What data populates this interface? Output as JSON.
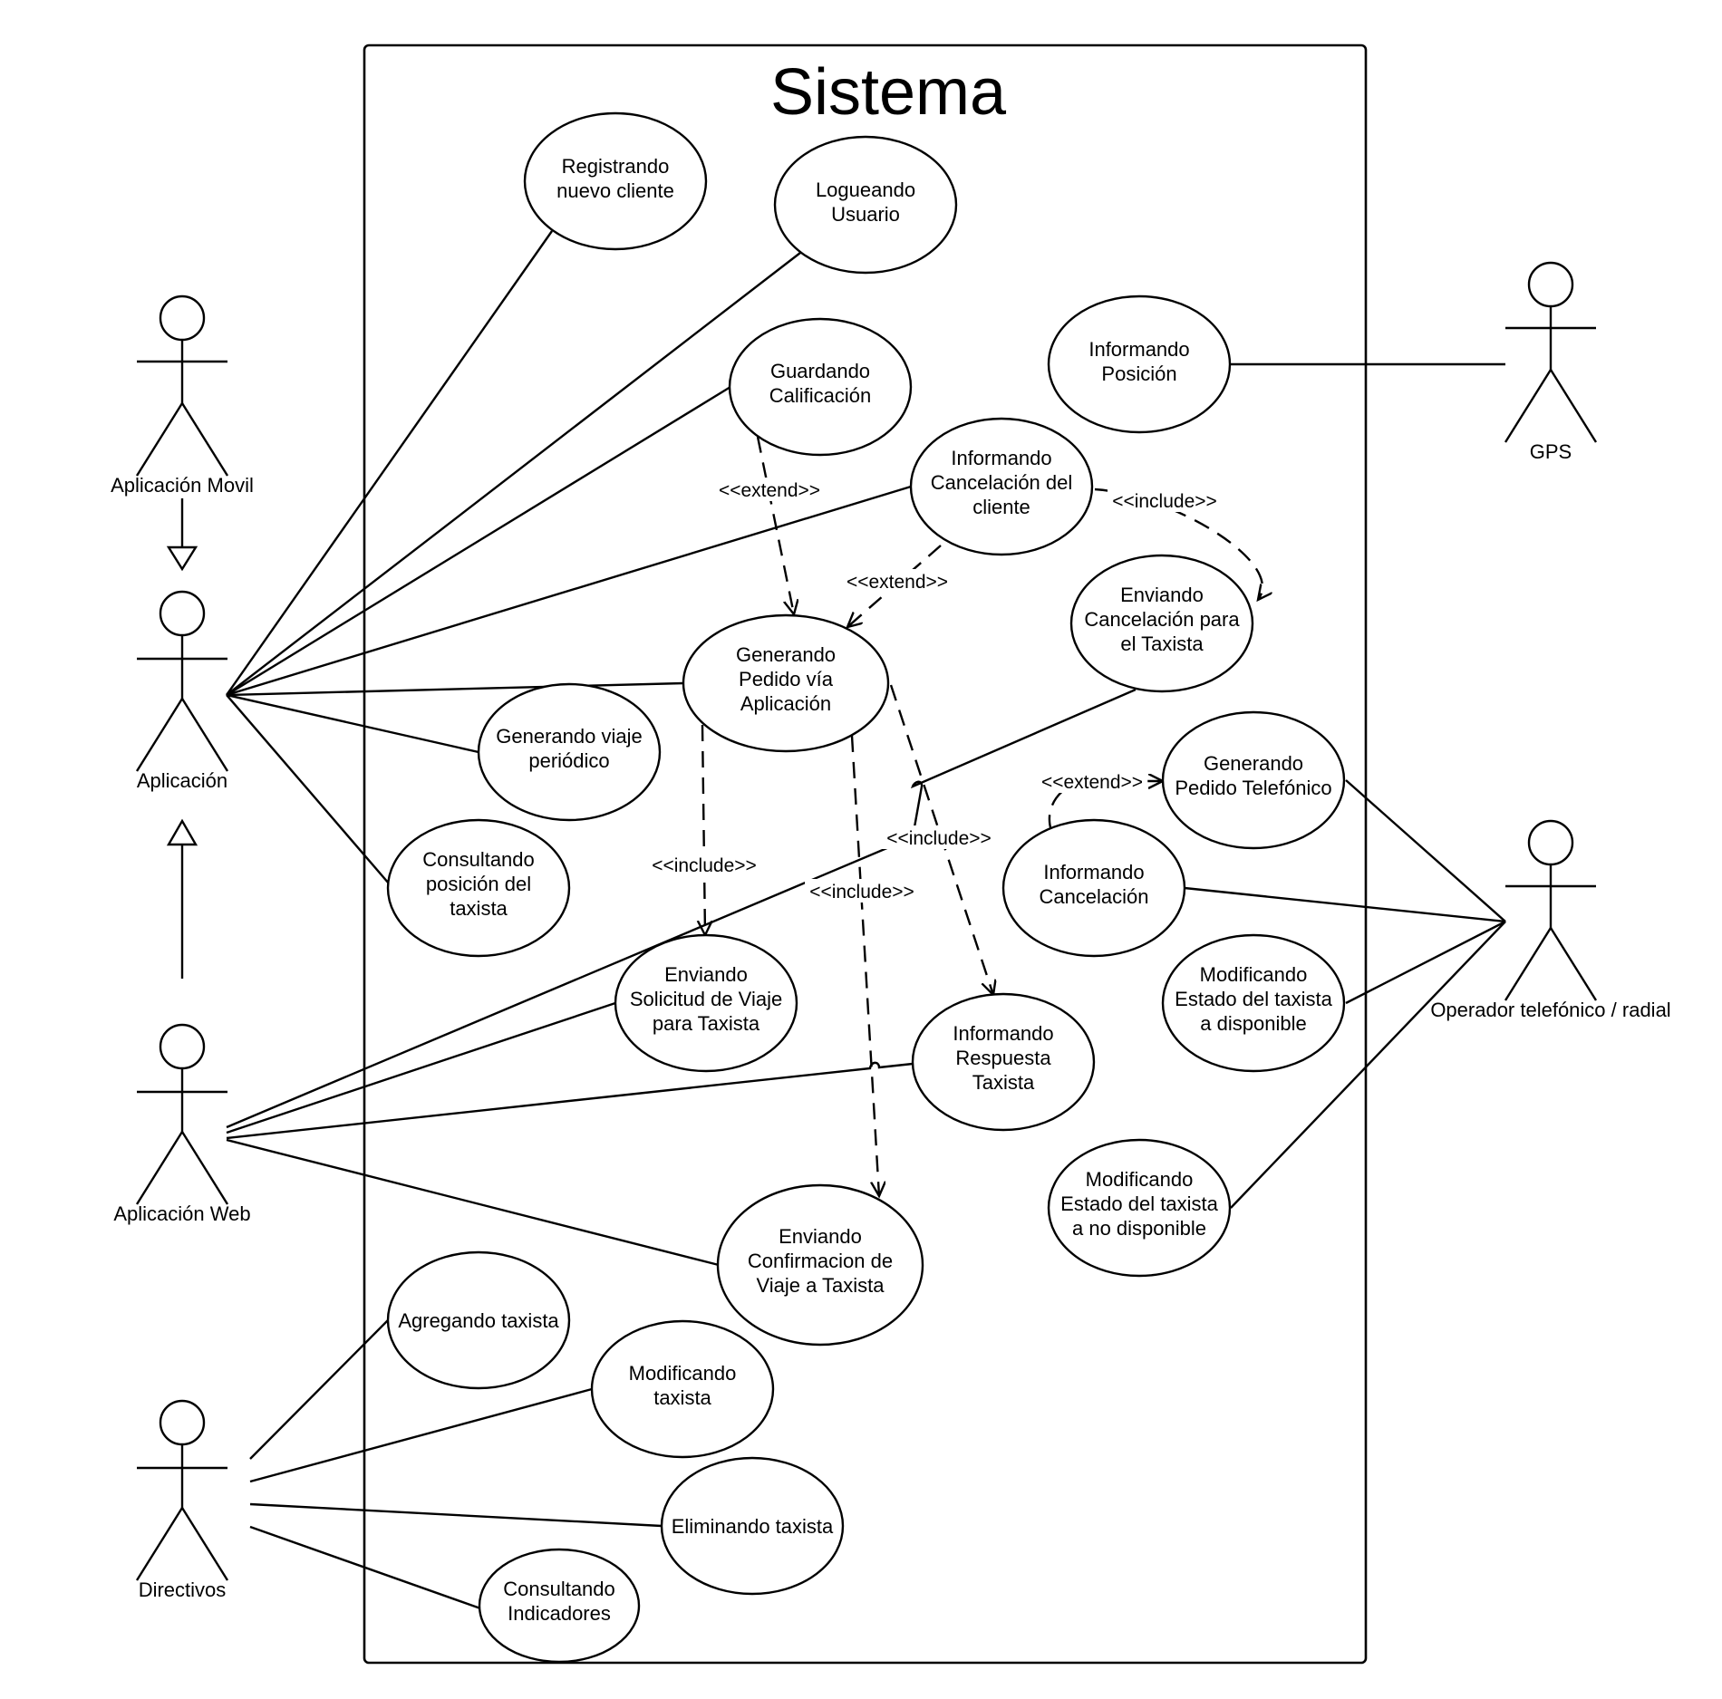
{
  "system": {
    "title": "Sistema"
  },
  "actors": {
    "aplicacion_movil": "Aplicación Movil",
    "aplicacion": "Aplicación",
    "aplicacion_web": "Aplicación Web",
    "directivos": "Directivos",
    "gps": "GPS",
    "operador": "Operador telefónico / radial"
  },
  "use_cases": {
    "registrando": [
      "Registrando",
      "nuevo cliente"
    ],
    "logueando": [
      "Logueando",
      "Usuario"
    ],
    "guardando": [
      "Guardando",
      "Calificación"
    ],
    "informando_posicion": [
      "Informando",
      "Posición"
    ],
    "informando_cancel_cliente": [
      "Informando",
      "Cancelación del",
      "cliente"
    ],
    "enviando_cancel_taxista": [
      "Enviando",
      "Cancelación para",
      "el Taxista"
    ],
    "generando_pedido_app": [
      "Generando",
      "Pedido vía",
      "Aplicación"
    ],
    "generando_viaje": [
      "Generando viaje",
      "periódico"
    ],
    "consultando_posicion": [
      "Consultando",
      "posición del",
      "taxista"
    ],
    "generando_pedido_tel": [
      "Generando",
      "Pedido Telefónico"
    ],
    "informando_cancelacion": [
      "Informando",
      "Cancelación"
    ],
    "modificando_disponible": [
      "Modificando",
      "Estado del taxista",
      "a disponible"
    ],
    "enviando_solicitud": [
      "Enviando",
      "Solicitud de Viaje",
      "para Taxista"
    ],
    "informando_respuesta": [
      "Informando",
      "Respuesta",
      "Taxista"
    ],
    "modificando_no_disponible": [
      "Modificando",
      "Estado del taxista",
      "a no disponible"
    ],
    "enviando_confirmacion": [
      "Enviando",
      "Confirmacion de",
      "Viaje a Taxista"
    ],
    "agregando": [
      "Agregando taxista"
    ],
    "modificando_taxista": [
      "Modificando",
      "taxista"
    ],
    "eliminando": [
      "Eliminando taxista"
    ],
    "consultando_indicadores": [
      "Consultando",
      "Indicadores"
    ]
  },
  "stereotypes": {
    "extend_guardando": "<<extend>>",
    "extend_cancel_cliente": "<<extend>>",
    "include_cancel_cliente": "<<include>>",
    "include_solicitud": "<<include>>",
    "include_confirmacion": "<<include>>",
    "include_respuesta": "<<include>>",
    "extend_telefonico": "<<extend>>"
  }
}
